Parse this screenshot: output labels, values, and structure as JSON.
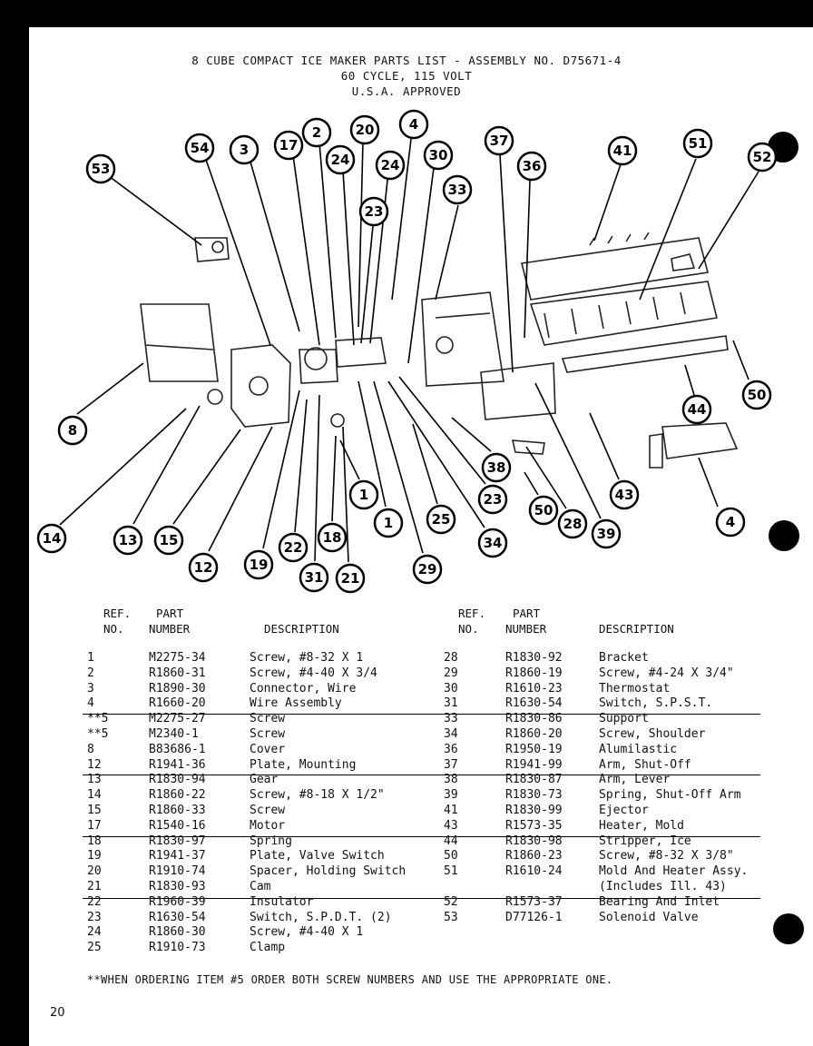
{
  "title": {
    "line1": "8 CUBE COMPACT ICE MAKER PARTS LIST - ASSEMBLY NO. D75671-4",
    "line2": "60 CYCLE, 115 VOLT",
    "line3": "U.S.A. APPROVED"
  },
  "callouts": [
    "53",
    "54",
    "3",
    "17",
    "2",
    "24",
    "20",
    "24",
    "4",
    "30",
    "33",
    "37",
    "36",
    "41",
    "51",
    "52",
    "23",
    "8",
    "44",
    "50",
    "4",
    "14",
    "13",
    "15",
    "12",
    "19",
    "22",
    "31",
    "18",
    "21",
    "1",
    "1",
    "29",
    "25",
    "23",
    "38",
    "34",
    "50",
    "28",
    "39",
    "43"
  ],
  "table_headers": {
    "ref_line1": "REF.",
    "ref_line2": "NO.",
    "part_line1": "PART",
    "part_line2": "NUMBER",
    "desc": "DESCRIPTION"
  },
  "left_rows": [
    {
      "ref": "1",
      "part": "M2275-34",
      "desc": "Screw, #8-32 X 1"
    },
    {
      "ref": "2",
      "part": "R1860-31",
      "desc": "Screw, #4-40 X 3/4"
    },
    {
      "ref": "3",
      "part": "R1890-30",
      "desc": "Connector, Wire"
    },
    {
      "ref": "4",
      "part": "R1660-20",
      "desc": "Wire Assembly"
    },
    {
      "ref": "**5",
      "part": "M2275-27",
      "desc": "Screw"
    },
    {
      "ref": "**5",
      "part": "M2340-1",
      "desc": "Screw"
    },
    {
      "ref": "8",
      "part": "B83686-1",
      "desc": "Cover"
    },
    {
      "ref": "12",
      "part": "R1941-36",
      "desc": "Plate, Mounting"
    },
    {
      "ref": "13",
      "part": "R1830-94",
      "desc": "Gear"
    },
    {
      "ref": "14",
      "part": "R1860-22",
      "desc": "Screw, #8-18 X 1/2\""
    },
    {
      "ref": "15",
      "part": "R1860-33",
      "desc": "Screw"
    },
    {
      "ref": "17",
      "part": "R1540-16",
      "desc": "Motor"
    },
    {
      "ref": "18",
      "part": "R1830-97",
      "desc": "Spring"
    },
    {
      "ref": "19",
      "part": "R1941-37",
      "desc": "Plate, Valve Switch"
    },
    {
      "ref": "20",
      "part": "R1910-74",
      "desc": "Spacer, Holding Switch"
    },
    {
      "ref": "21",
      "part": "R1830-93",
      "desc": "Cam"
    },
    {
      "ref": "22",
      "part": "R1960-39",
      "desc": "Insulator"
    },
    {
      "ref": "23",
      "part": "R1630-54",
      "desc": "Switch, S.P.D.T. (2)"
    },
    {
      "ref": "24",
      "part": "R1860-30",
      "desc": "Screw, #4-40 X 1"
    },
    {
      "ref": "25",
      "part": "R1910-73",
      "desc": "Clamp"
    }
  ],
  "right_rows": [
    {
      "ref": "28",
      "part": "R1830-92",
      "desc": "Bracket"
    },
    {
      "ref": "29",
      "part": "R1860-19",
      "desc": "Screw, #4-24 X 3/4\""
    },
    {
      "ref": "30",
      "part": "R1610-23",
      "desc": "Thermostat"
    },
    {
      "ref": "31",
      "part": "R1630-54",
      "desc": "Switch, S.P.S.T."
    },
    {
      "ref": "33",
      "part": "R1830-86",
      "desc": "Support"
    },
    {
      "ref": "34",
      "part": "R1860-20",
      "desc": "Screw, Shoulder"
    },
    {
      "ref": "36",
      "part": "R1950-19",
      "desc": "Alumilastic"
    },
    {
      "ref": "37",
      "part": "R1941-99",
      "desc": "Arm, Shut-Off"
    },
    {
      "ref": "38",
      "part": "R1830-87",
      "desc": "Arm, Lever"
    },
    {
      "ref": "39",
      "part": "R1830-73",
      "desc": "Spring, Shut-Off Arm"
    },
    {
      "ref": "41",
      "part": "R1830-99",
      "desc": "Ejector"
    },
    {
      "ref": "43",
      "part": "R1573-35",
      "desc": "Heater, Mold"
    },
    {
      "ref": "44",
      "part": "R1830-98",
      "desc": "Stripper, Ice"
    },
    {
      "ref": "50",
      "part": "R1860-23",
      "desc": "Screw, #8-32 X 3/8\""
    },
    {
      "ref": "51",
      "part": "R1610-24",
      "desc": "Mold And Heater Assy."
    },
    {
      "ref": "",
      "part": "",
      "desc": "(Includes Ill. 43)"
    },
    {
      "ref": "52",
      "part": "R1573-37",
      "desc": "Bearing And Inlet"
    },
    {
      "ref": "53",
      "part": "D77126-1",
      "desc": "Solenoid Valve"
    }
  ],
  "footnote": "**WHEN ORDERING ITEM #5 ORDER BOTH SCREW NUMBERS AND USE THE APPROPRIATE ONE.",
  "page_number": "20"
}
